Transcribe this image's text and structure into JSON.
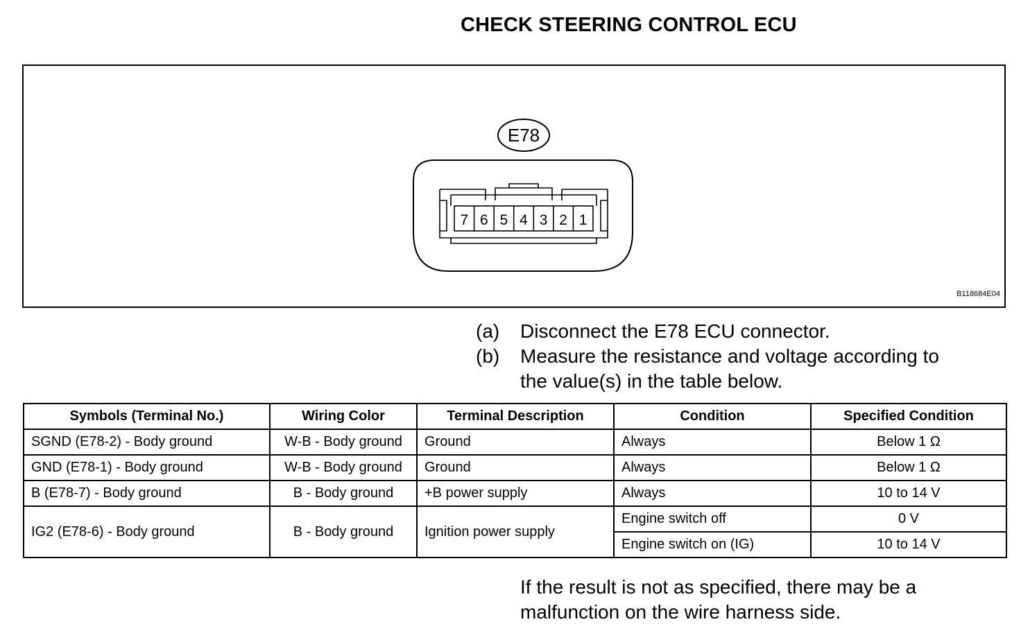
{
  "title": "CHECK STEERING CONTROL ECU",
  "figure": {
    "connector_label": "E78",
    "terminals": [
      "7",
      "6",
      "5",
      "4",
      "3",
      "2",
      "1"
    ],
    "code": "B118684E04"
  },
  "steps": [
    {
      "marker": "(a)",
      "lines": [
        "Disconnect the E78 ECU connector."
      ]
    },
    {
      "marker": "(b)",
      "lines": [
        "Measure the resistance and voltage according to",
        "the value(s) in the table below."
      ]
    }
  ],
  "table": {
    "headers": [
      "Symbols (Terminal No.)",
      "Wiring Color",
      "Terminal Description",
      "Condition",
      "Specified Condition"
    ],
    "rows": [
      {
        "symbol": "SGND (E78-2) - Body ground",
        "wiring": "W-B - Body ground",
        "description": "Ground",
        "condition": "Always",
        "spec": "Below 1 Ω"
      },
      {
        "symbol": "GND (E78-1) - Body ground",
        "wiring": "W-B - Body ground",
        "description": "Ground",
        "condition": "Always",
        "spec": "Below 1 Ω"
      },
      {
        "symbol": "B (E78-7) - Body ground",
        "wiring": "B - Body ground",
        "description": "+B power supply",
        "condition": "Always",
        "spec": "10 to 14 V"
      },
      {
        "symbol": "IG2 (E78-6) - Body ground",
        "wiring": "B - Body ground",
        "description": "Ignition power supply",
        "condition": "Engine switch off",
        "spec": "0 V"
      },
      {
        "condition": "Engine switch on (IG)",
        "spec": "10 to 14 V"
      }
    ]
  },
  "note": [
    "If the result is not as specified, there may be a",
    "malfunction on the wire harness side."
  ]
}
